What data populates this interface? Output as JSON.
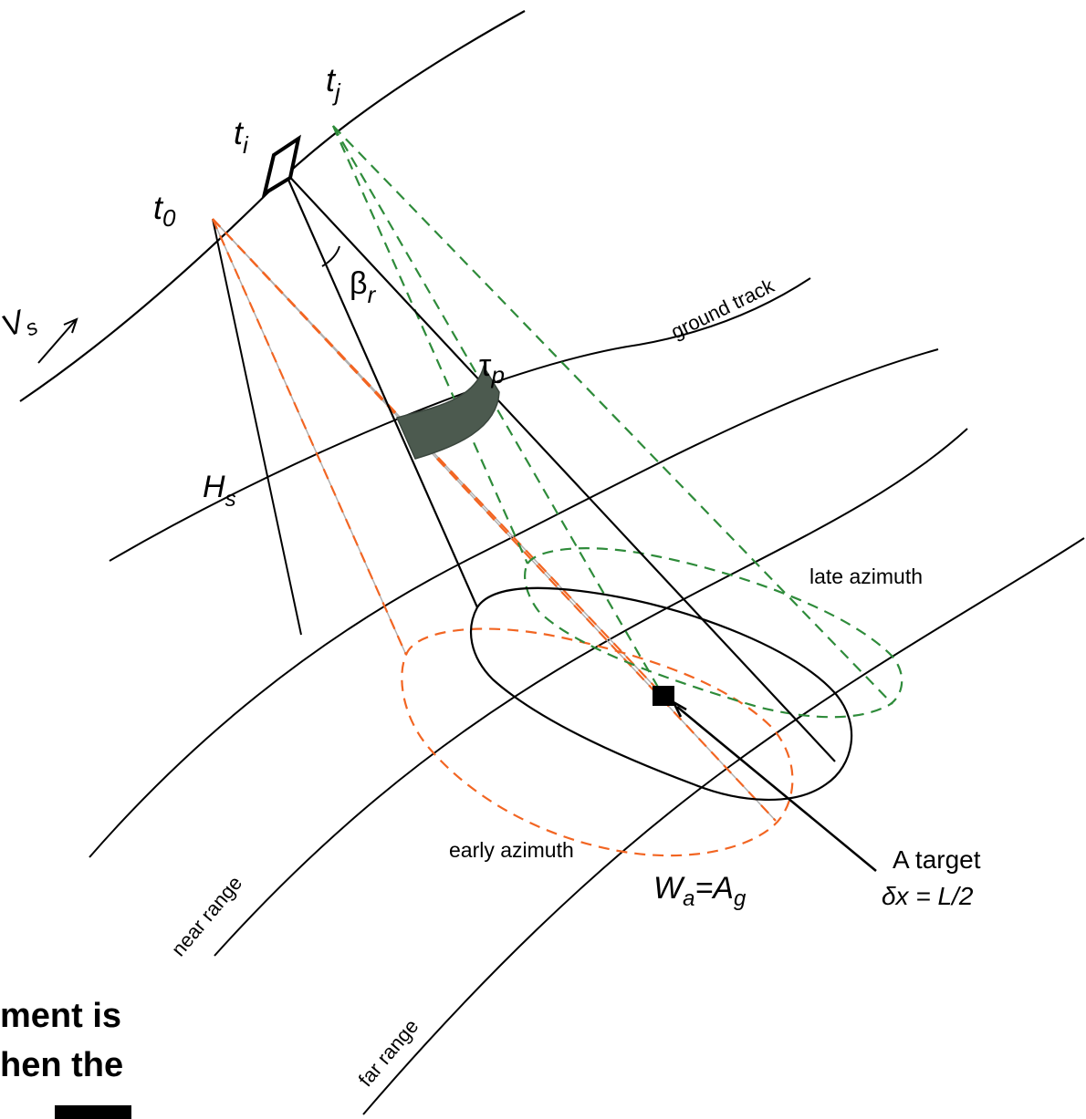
{
  "labels": {
    "t0_base": "t",
    "t0_sub": "0",
    "ti_base": "t",
    "ti_sub": "i",
    "tj_base": "t",
    "tj_sub": "j",
    "vs_base": "V",
    "vs_sub": "s",
    "hs_base": "H",
    "hs_sub": "s",
    "beta_base": "β",
    "beta_sub": "r",
    "tau_base": "τ",
    "tau_sub": "p",
    "ground_track": "ground track",
    "late_azimuth": "late azimuth",
    "early_azimuth": "early azimuth",
    "near_range": "near range",
    "far_range": "far range",
    "wa_w": "W",
    "wa_a": "a",
    "wa_eq": "=A",
    "wa_g": "g",
    "target_title": "A target",
    "target_formula": "δx = L/2"
  },
  "cut_text": {
    "line1": "ment is",
    "line2": "hen the"
  },
  "colors": {
    "line": "#000000",
    "early_beam": "#f26522",
    "late_beam": "#2e8b3a",
    "pulse_band": "#4c5a4f",
    "guide": "#b0b0b0"
  }
}
